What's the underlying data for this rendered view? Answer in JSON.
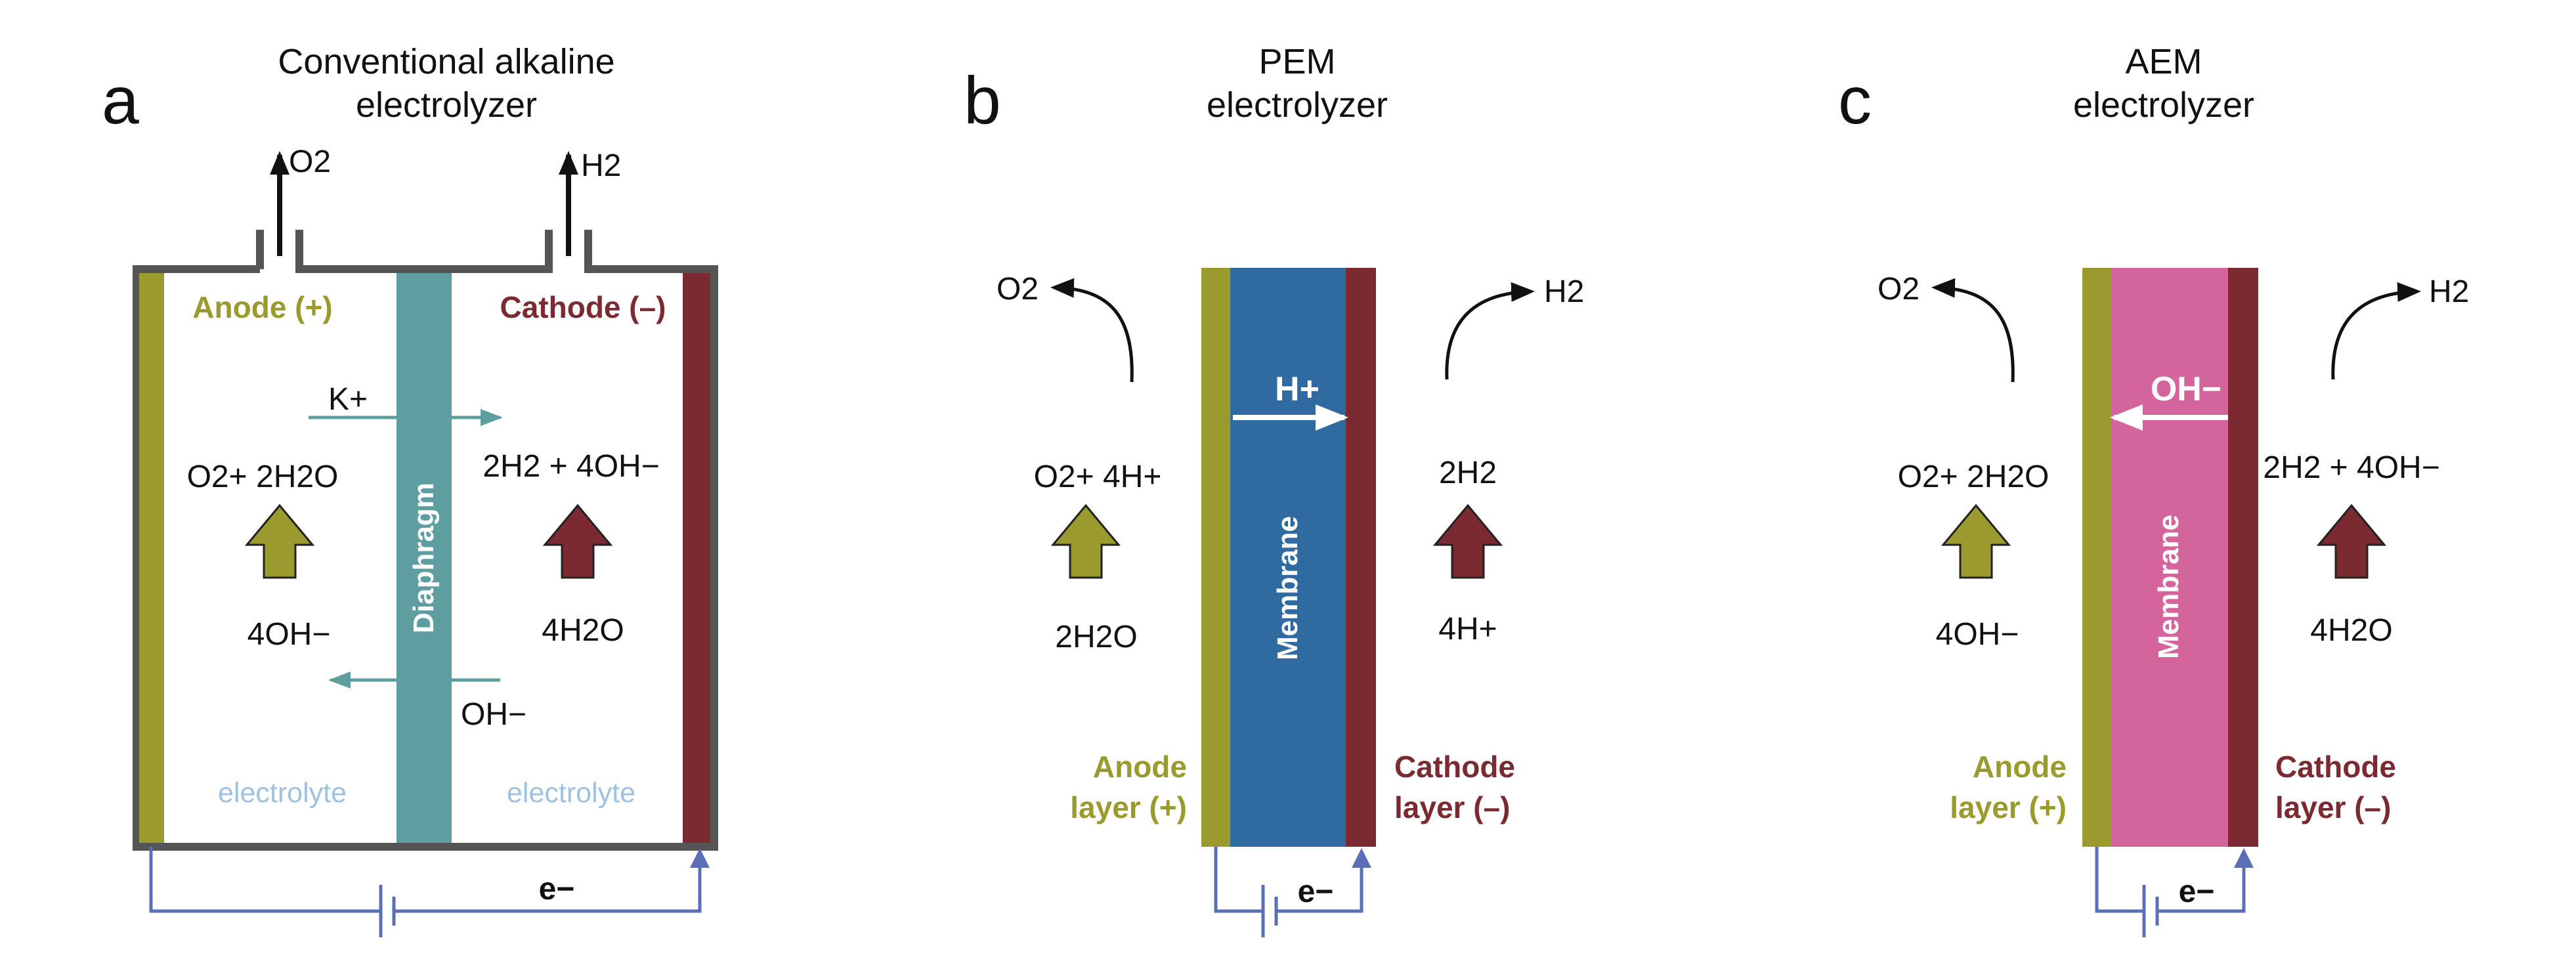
{
  "panel_a": {
    "letter": "a",
    "title_line1": "Conventional alkaline",
    "title_line2": "electrolyzer",
    "o2_label": "O2",
    "h2_label": "H2",
    "anode_label": "Anode (+)",
    "cathode_label": "Cathode (–)",
    "diaphragm_label": "Diaphragm",
    "k_ion": "K+",
    "oh_ion": "OH−",
    "anode_products": "O2+ 2H2O",
    "cathode_products": "2H2 + 4OH−",
    "anode_reactant": "4OH−",
    "cathode_reactant": "4H2O",
    "electrolyte_left": "electrolyte",
    "electrolyte_right": "electrolyte",
    "electron": "e−"
  },
  "panel_b": {
    "letter": "b",
    "title_line1": "PEM",
    "title_line2": "electrolyzer",
    "o2_label": "O2",
    "h2_label": "H2",
    "ion": "H+",
    "membrane_label": "Membrane",
    "anode_products": "O2+ 4H+",
    "cathode_products": "2H2",
    "anode_reactant": "2H2O",
    "cathode_reactant": "4H+",
    "anode_layer_line1": "Anode",
    "anode_layer_line2": "layer (+)",
    "cathode_layer_line1": "Cathode",
    "cathode_layer_line2": "layer  (–)",
    "electron": "e−"
  },
  "panel_c": {
    "letter": "c",
    "title_line1": "AEM",
    "title_line2": "electrolyzer",
    "o2_label": "O2",
    "h2_label": "H2",
    "ion": "OH−",
    "membrane_label": "Membrane",
    "anode_products": "O2+ 2H2O",
    "cathode_products": "2H2 + 4OH−",
    "anode_reactant": "4OH−",
    "cathode_reactant": "4H2O",
    "anode_layer_line1": "Anode",
    "anode_layer_line2": "layer (+)",
    "cathode_layer_line1": "Cathode",
    "cathode_layer_line2": "layer  (–)",
    "electron": "e−"
  },
  "colors": {
    "anode": "#9a9a2e",
    "cathode": "#7a2a30",
    "diaphragm": "#5f9ea0",
    "pem_membrane": "#2f6aa0",
    "aem_membrane": "#d4659c",
    "wire": "#5a6fb5",
    "electrolyte_text": "#9fc2e0",
    "vessel": "#555555"
  }
}
